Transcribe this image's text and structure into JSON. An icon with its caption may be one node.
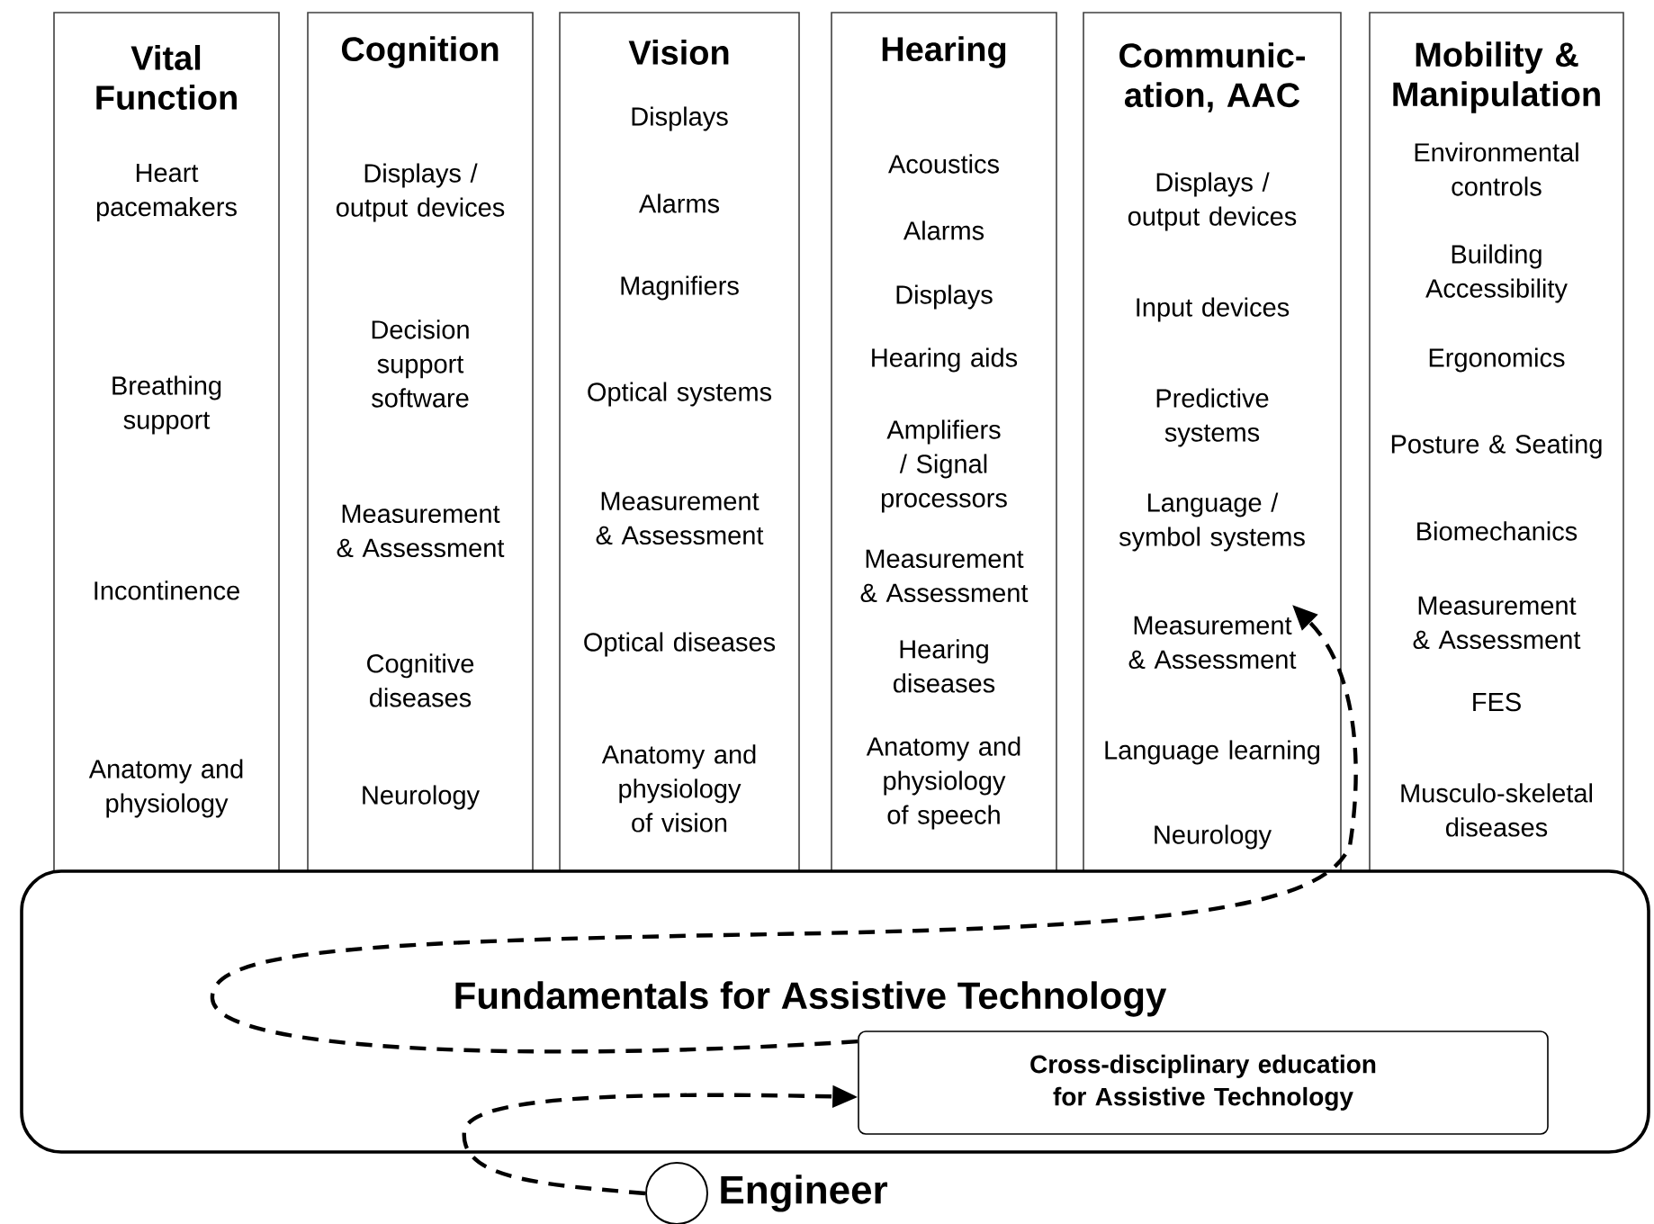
{
  "diagram": {
    "nodes": [
      {
        "text": [
          "Vital Function",
          "Heart pacemakers",
          "Breathing support",
          "Incontinence",
          "Anatomy and physiology"
        ]
      },
      {
        "text": [
          "Cognition",
          "Displays / output devices",
          "Decision support software",
          "Measurement & Assessment",
          "Cognitive diseases",
          "Neurology"
        ]
      },
      {
        "text": [
          "Vision",
          "Displays",
          "Alarms",
          "Magnifiers",
          "Optical systems",
          "Measurement & Assessment",
          "Optical diseases",
          "Anatomy and physiology of vision"
        ]
      },
      {
        "text": [
          "Hearing",
          "Acoustics",
          "Alarms",
          "Displays",
          "Hearing aids",
          "Amplifiers / Signal processors",
          "Measurement & Assessment",
          "Hearing diseases",
          "Anatomy and physiology of speech"
        ]
      },
      {
        "text": [
          "Communic- ation, AAC",
          "Displays / output devices",
          "Input devices",
          "Predictive systems",
          "Language / symbol systems",
          "Measurement & Assessment",
          "Language learning",
          "Neurology"
        ]
      },
      {
        "text": [
          "Mobility & Manipulation",
          "Environmental controls",
          "Building Accessibility",
          "Ergonomics",
          "Posture & Seating",
          "Biomechanics",
          "Measurement & Assessment",
          "FES",
          "Musculo-skeletal diseases"
        ]
      },
      {
        "text": [
          "Fundamentals for Assistive Technology"
        ]
      },
      {
        "text": [
          "Cross-disciplinary education for Assistive Technology"
        ],
        "in": 6
      },
      {
        "text": [],
        "shape": "circle",
        "beside": [
          "Engineer"
        ]
      }
    ],
    "edges": [
      {
        "from": 8,
        "to": 7,
        "arrow": "to",
        "style": "dashed"
      },
      {
        "from": 7,
        "to": 4,
        "arrow": "to",
        "style": "dashed"
      }
    ]
  }
}
